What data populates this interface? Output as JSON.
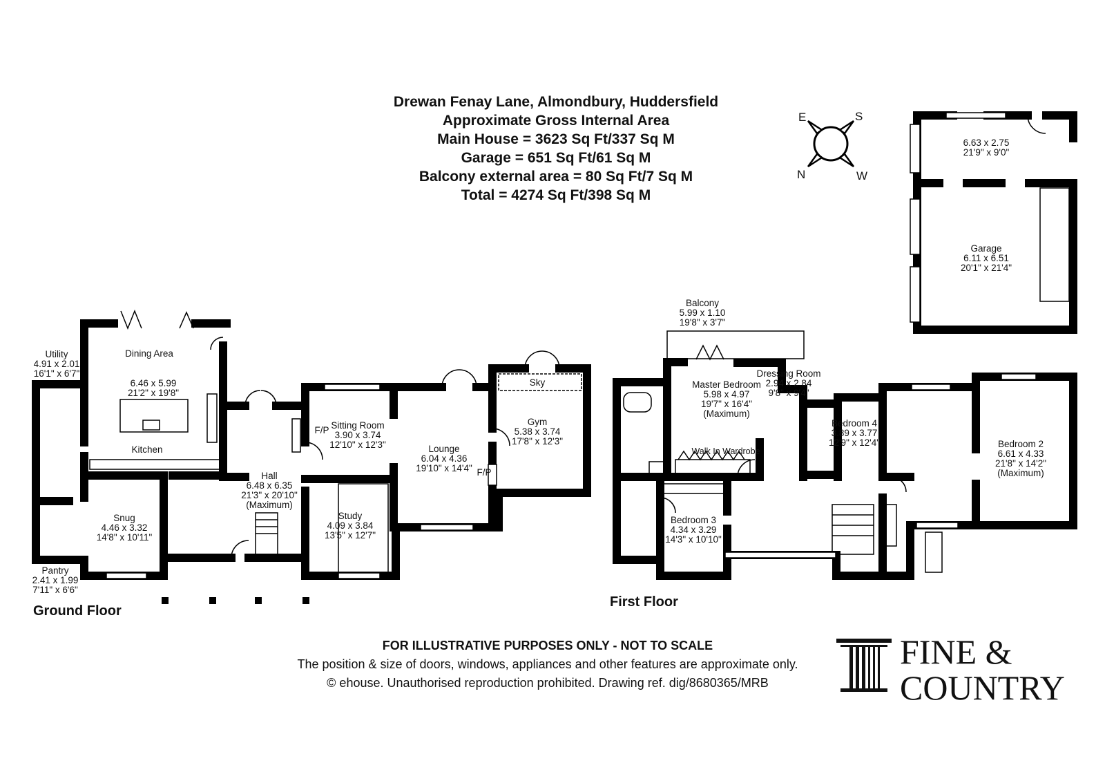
{
  "header": {
    "title": "Drewan Fenay Lane, Almondbury, Huddersfield",
    "subtitle": "Approximate Gross Internal Area",
    "main_house": "Main House = 3623 Sq Ft/337 Sq M",
    "garage": "Garage = 651 Sq Ft/61 Sq M",
    "balcony": "Balcony external area = 80 Sq Ft/7 Sq M",
    "total": "Total = 4274 Sq Ft/398 Sq M"
  },
  "compass": {
    "e": "E",
    "s": "S",
    "n": "N",
    "w": "W"
  },
  "garage_block": {
    "store": {
      "metric": "6.63 x 2.75",
      "imperial": "21'9\" x 9'0\""
    },
    "garage": {
      "name": "Garage",
      "metric": "6.11 x 6.51",
      "imperial": "20'1\" x 21'4\""
    }
  },
  "ground_floor": {
    "label": "Ground Floor",
    "utility": {
      "name": "Utility",
      "metric": "4.91 x 2.01",
      "imperial": "16'1\" x 6'7\""
    },
    "dining": {
      "name": "Dining Area",
      "metric": "6.46 x 5.99",
      "imperial": "21'2\" x 19'8\""
    },
    "kitchen": {
      "name": "Kitchen"
    },
    "snug": {
      "name": "Snug",
      "metric": "4.46 x 3.32",
      "imperial": "14'8\" x 10'11\""
    },
    "pantry": {
      "name": "Pantry",
      "metric": "2.41 x 1.99",
      "imperial": "7'11\" x 6'6\""
    },
    "hall": {
      "name": "Hall",
      "metric": "6.48 x 6.35",
      "imperial": "21'3\" x 20'10\"",
      "note": "(Maximum)"
    },
    "sitting": {
      "name": "Sitting Room",
      "metric": "3.90 x 3.74",
      "imperial": "12'10\" x 12'3\"",
      "fp": "F/P"
    },
    "lounge": {
      "name": "Lounge",
      "metric": "6.04 x 4.36",
      "imperial": "19'10\" x 14'4\"",
      "fp": "F/P"
    },
    "gym": {
      "name": "Gym",
      "metric": "5.38 x 3.74",
      "imperial": "17'8\" x 12'3\"",
      "sky": "Sky"
    },
    "study": {
      "name": "Study",
      "metric": "4.09 x 3.84",
      "imperial": "13'5\" x 12'7\""
    }
  },
  "first_floor": {
    "label": "First Floor",
    "balcony": {
      "name": "Balcony",
      "metric": "5.99 x 1.10",
      "imperial": "19'8\" x 3'7\""
    },
    "master": {
      "name": "Master Bedroom",
      "metric": "5.98 x 4.97",
      "imperial": "19'7\" x 16'4\"",
      "note": "(Maximum)"
    },
    "wardrobe": {
      "name": "Walk In Wardrobe"
    },
    "dressing": {
      "name": "Dressing Room",
      "metric": "2.94 x 2.84",
      "imperial": "9'8\" x 9'4\""
    },
    "bedroom4": {
      "name": "Bedroom 4",
      "metric": "3.89 x 3.77",
      "imperial": "12'9\" x 12'4\""
    },
    "bedroom2": {
      "name": "Bedroom 2",
      "metric": "6.61 x 4.33",
      "imperial": "21'8\" x 14'2\"",
      "note": "(Maximum)"
    },
    "bedroom3": {
      "name": "Bedroom 3",
      "metric": "4.34 x 3.29",
      "imperial": "14'3\" x 10'10\""
    }
  },
  "footer": {
    "disclaimer_bold": "FOR ILLUSTRATIVE PURPOSES ONLY - NOT TO SCALE",
    "disclaimer_1": "The position & size of doors, windows, appliances and other features are approximate only.",
    "disclaimer_2": "© ehouse. Unauthorised reproduction prohibited. Drawing ref. dig/8680365/MRB"
  },
  "logo": {
    "line1": "FINE &",
    "line2": "COUNTRY"
  }
}
